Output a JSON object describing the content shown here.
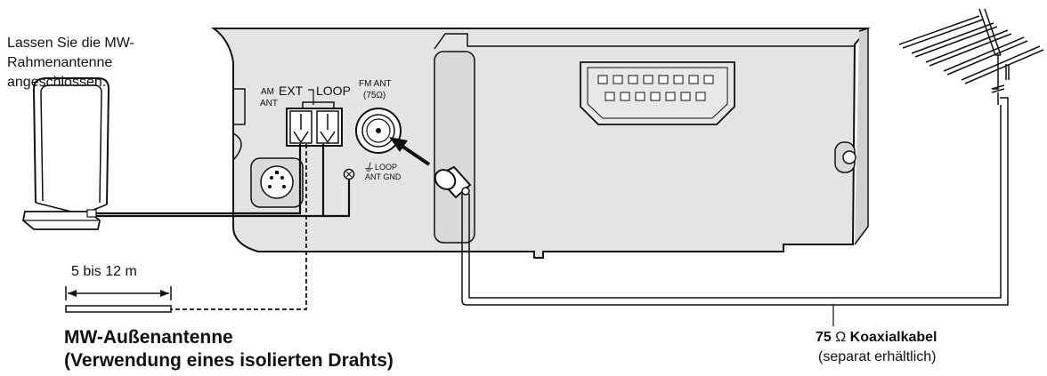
{
  "note": {
    "line1": "Lassen Sie die MW-",
    "line2": "Rahmenantenne",
    "line3": "angeschlossen."
  },
  "panel": {
    "am_label_1": "AM",
    "am_label_2": "ANT",
    "ext_label": "EXT",
    "loop_label": "LOOP",
    "fm_label_1": "FM ANT",
    "fm_label_2": "(75Ω)",
    "gnd_symbol": "⏚",
    "gnd_label_1": "LOOP",
    "gnd_label_2": "ANT GND"
  },
  "distance": {
    "label": "5 bis 12 m"
  },
  "mw_outdoor": {
    "title_line1": "MW-Außenantenne",
    "title_line2": "(Verwendung eines isolierten Drahts)"
  },
  "coax_cable": {
    "number": "75",
    "omega": " Ω ",
    "name": "Koaxialkabel",
    "note": "(separat erhältlich)"
  },
  "colors": {
    "line": "#111111",
    "panel_fill": "#e6e6e6",
    "panel_inner": "#dcdcdc"
  }
}
